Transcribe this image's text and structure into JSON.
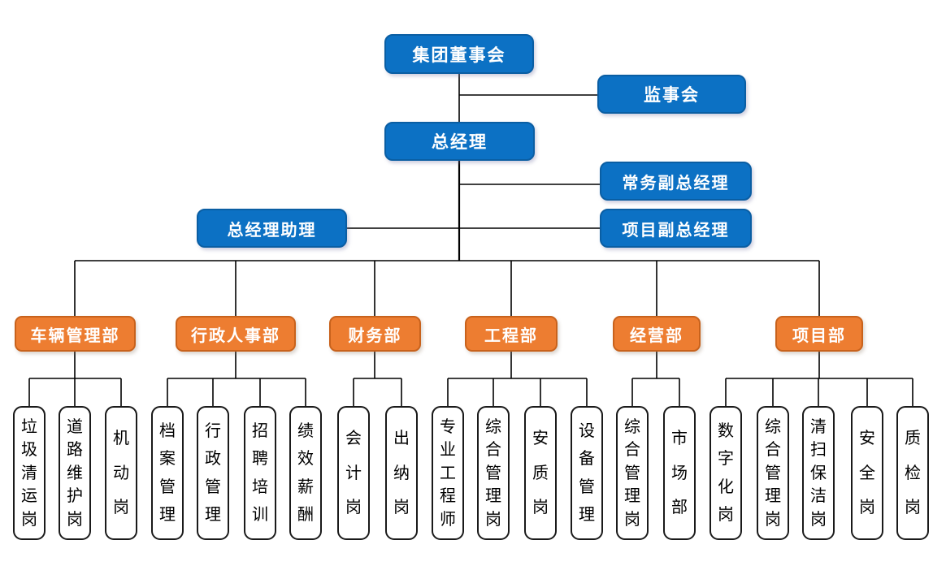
{
  "chart_type": "organization-chart",
  "nodes": {
    "board": {
      "label": "集团董事会"
    },
    "supervisory": {
      "label": "监事会"
    },
    "general_manager": {
      "label": "总经理"
    },
    "executive_deputy_gm": {
      "label": "常务副总经理"
    },
    "gm_assistant": {
      "label": "总经理助理"
    },
    "project_deputy_gm": {
      "label": "项目副总经理"
    }
  },
  "departments": [
    {
      "label": "车辆管理部",
      "jobs": [
        "垃圾清运岗",
        "道路维护岗",
        "机动岗"
      ]
    },
    {
      "label": "行政人事部",
      "jobs": [
        "档案管理",
        "行政管理",
        "招聘培训",
        "绩效薪酬"
      ]
    },
    {
      "label": "财务部",
      "jobs": [
        "会计岗",
        "出纳岗"
      ]
    },
    {
      "label": "工程部",
      "jobs": [
        "专业工程师",
        "综合管理岗",
        "安质岗",
        "设备管理"
      ]
    },
    {
      "label": "经营部",
      "jobs": [
        "综合管理岗",
        "市场部"
      ]
    },
    {
      "label": "项目部",
      "jobs": [
        "数字化岗",
        "综合管理岗",
        "清扫保洁岗",
        "安全岗",
        "质检岗"
      ]
    }
  ],
  "colors": {
    "executive_fill": "#0c71c4",
    "executive_border": "#0a5ea3",
    "department_fill": "#ed7d31",
    "department_border": "#c8621c",
    "job_fill": "#ffffff",
    "job_border": "#1a1a1a",
    "job_text": "#000000",
    "text_on_fill": "#ffffff",
    "connector": "#000000"
  }
}
